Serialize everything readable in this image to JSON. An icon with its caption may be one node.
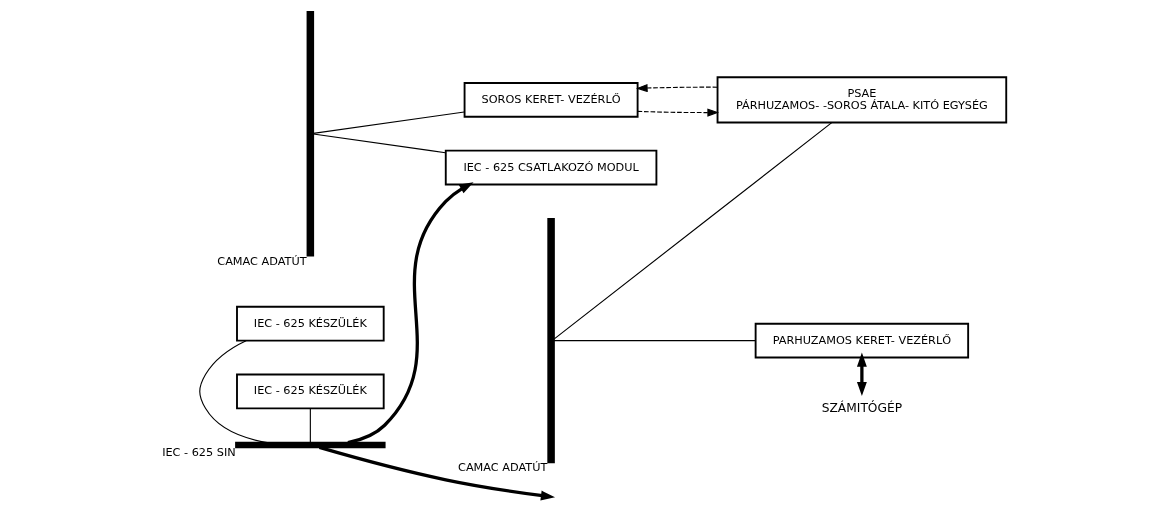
{
  "diagram": {
    "nodes": [
      {
        "text": [],
        "shape": "bar",
        "beside": [
          "CAMAC ADATÚT"
        ]
      },
      {
        "text": [
          "SOROS KERET- VEZÉRLŐ"
        ]
      },
      {
        "text": [
          "PSAE",
          "PÁRHUZAMOS- -SOROS ÁTALA- KITÓ EGYSÉG"
        ]
      },
      {
        "text": [
          "IEC - 625 KÉSZÜLÉK"
        ]
      },
      {
        "text": [
          "IEC - 625 CSATLAKOZÓ MODUL"
        ]
      },
      {
        "text": [],
        "shape": "bar",
        "beside": [
          "IEC - 625 SIN"
        ]
      },
      {
        "text": [
          "IEC - 625 KÉSZÜLÉK"
        ]
      },
      {
        "text": [
          "PARHUZAMOS KERET- VEZÉRLŐ"
        ]
      },
      {
        "text": [],
        "shape": "bar",
        "beside": [
          "CAMAC ADATÚT"
        ]
      },
      {
        "text": [
          "SZÁMITÓGÉP"
        ]
      }
    ],
    "edges": [
      {
        "from": 0,
        "to": 1,
        "arrow": "none"
      },
      {
        "from": 2,
        "to": 1,
        "arrow": "to",
        "style": "dashed"
      },
      {
        "from": 1,
        "to": 2,
        "arrow": "to",
        "style": "dashed"
      },
      {
        "from": 8,
        "to": 2,
        "arrow": "none"
      },
      {
        "from": 0,
        "to": 4,
        "arrow": "none"
      },
      {
        "from": 5,
        "to": 4,
        "arrow": "to",
        "style": "thick"
      },
      {
        "from": 5,
        "to": null,
        "arrow": "to",
        "style": "thick"
      },
      {
        "from": 3,
        "to": 5,
        "arrow": "none"
      },
      {
        "from": 6,
        "to": 5,
        "arrow": "none"
      },
      {
        "from": 8,
        "to": 7,
        "arrow": "none"
      },
      {
        "from": 7,
        "to": 9,
        "arrow": "both",
        "style": "thick"
      }
    ]
  }
}
